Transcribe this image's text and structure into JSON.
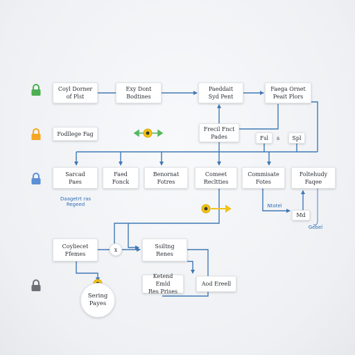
{
  "colors": {
    "connector": "#3f78b5",
    "green_lock": "#4caf50",
    "orange_lock": "#f5a623",
    "blue_lock": "#5b8fd6",
    "gray_lock": "#6c6f75",
    "coin": "#f2c318",
    "green_arrow": "#55b860"
  },
  "nodes": {
    "n1": "Coyl Dorner\nof Plst",
    "n2": "Exy Dont\nBodtines",
    "n3": "Paeddait\nSyd Pent",
    "n4": "Faega Ornet\nPeait Plors",
    "n5": "Fodllege Fag",
    "n6": "Frecil Fnct\nPades",
    "n7": "Fsl",
    "n8": "s",
    "n9": "Spl",
    "n10": "Sarcad\nPaes",
    "n11": "Faed\nFonck",
    "n12": "Benornat\nFotres",
    "n13": "Comeet\nRecltties",
    "n14": "Commisate\nFotes",
    "n15": "Foltehudy\nFaqee",
    "n16": "Coyliecet\nFfemes",
    "n17": "x",
    "n18": "Ssiltng\nRenes",
    "n19": "Ketend Emld\nRes Prises",
    "n20": "Aod Ereell",
    "n21": "Sering\nPayes",
    "n22": "Md"
  },
  "notes": {
    "left_note": "Daagetrt ras\nRegeed",
    "mid_note": "Ntotel",
    "right_note": "Gebel"
  },
  "icons": {
    "lock_1": "lock-icon",
    "lock_2": "lock-icon",
    "lock_3": "lock-icon",
    "lock_4": "lock-icon",
    "coin_1": "coin-icon",
    "coin_2": "key-icon",
    "coin_3": "coin-icon"
  }
}
